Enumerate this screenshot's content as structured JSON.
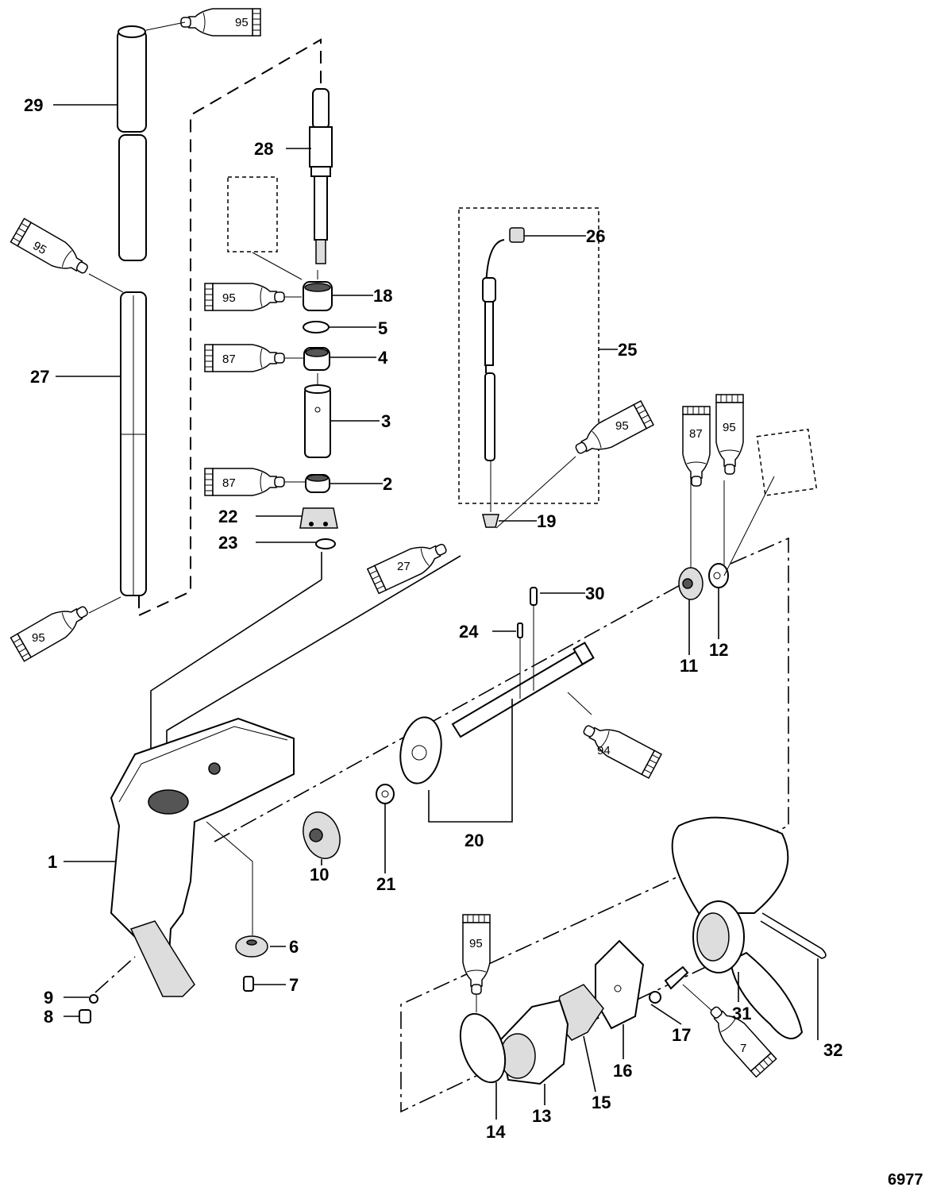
{
  "figure_number": "6977",
  "callouts": [
    "29",
    "28",
    "18",
    "5",
    "4",
    "3",
    "2",
    "22",
    "23",
    "27",
    "26",
    "25",
    "19",
    "30",
    "24",
    "11",
    "12",
    "20",
    "10",
    "21",
    "1",
    "6",
    "7",
    "9",
    "8",
    "31",
    "32",
    "17",
    "16",
    "15",
    "13",
    "14"
  ],
  "lubricant_tubes": [
    "95",
    "95",
    "95",
    "87",
    "87",
    "27",
    "95",
    "95",
    "87",
    "95",
    "94",
    "95",
    "7"
  ]
}
